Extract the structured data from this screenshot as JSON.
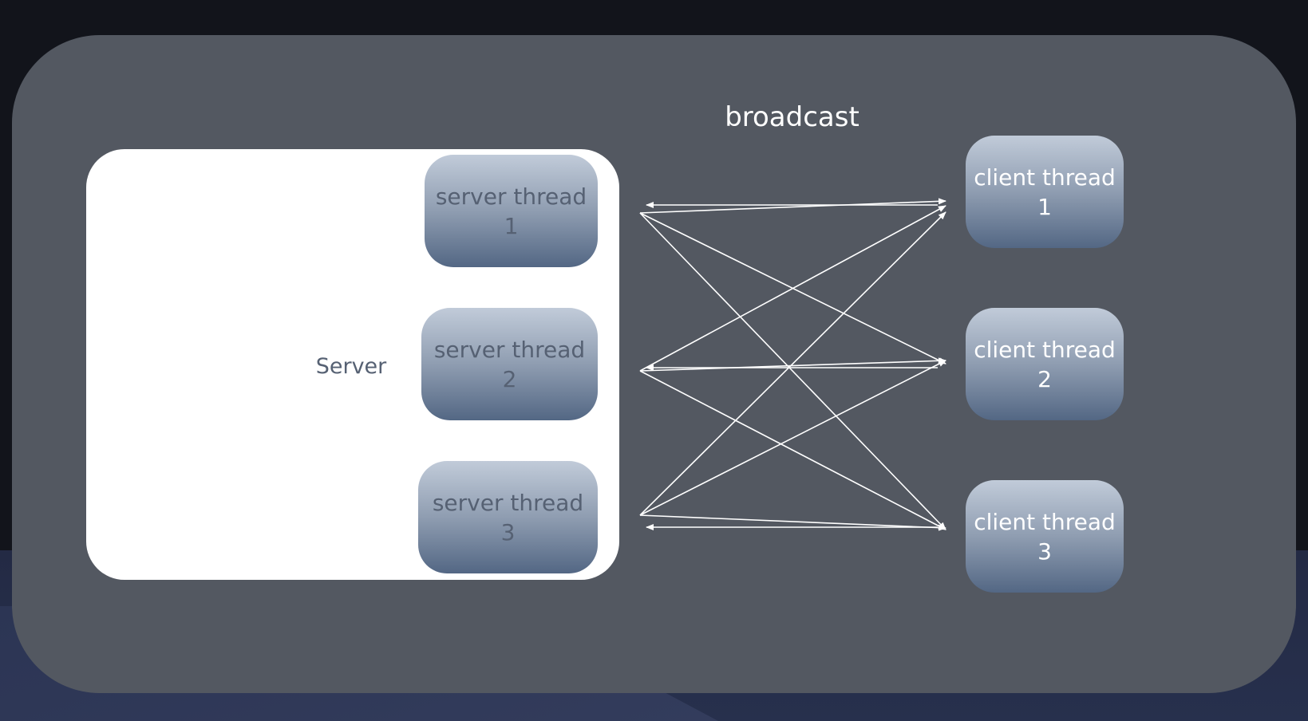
{
  "diagram": {
    "title": "broadcast",
    "server": {
      "label": "Server",
      "threads": [
        {
          "id": "s1",
          "label": "server thread 1"
        },
        {
          "id": "s2",
          "label": "server thread 2"
        },
        {
          "id": "s3",
          "label": "server thread 3"
        }
      ]
    },
    "clients": [
      {
        "id": "c1",
        "label": "client thread 1"
      },
      {
        "id": "c2",
        "label": "client thread 2"
      },
      {
        "id": "c3",
        "label": "client thread 3"
      }
    ],
    "edges": [
      {
        "from": "s1",
        "to": "c1"
      },
      {
        "from": "s1",
        "to": "c2"
      },
      {
        "from": "s1",
        "to": "c3"
      },
      {
        "from": "s2",
        "to": "c1"
      },
      {
        "from": "s2",
        "to": "c2"
      },
      {
        "from": "s2",
        "to": "c3"
      },
      {
        "from": "s3",
        "to": "c1"
      },
      {
        "from": "s3",
        "to": "c2"
      },
      {
        "from": "s3",
        "to": "c3"
      },
      {
        "from": "c1",
        "to": "s1"
      },
      {
        "from": "c2",
        "to": "s2"
      },
      {
        "from": "c3",
        "to": "s3"
      }
    ],
    "colors": {
      "background": "#12141b",
      "panel": "#535861",
      "server_box": "#ffffff",
      "node_top": "#c1cbd9",
      "node_bottom": "#536784",
      "connector": "#ffffff"
    }
  }
}
